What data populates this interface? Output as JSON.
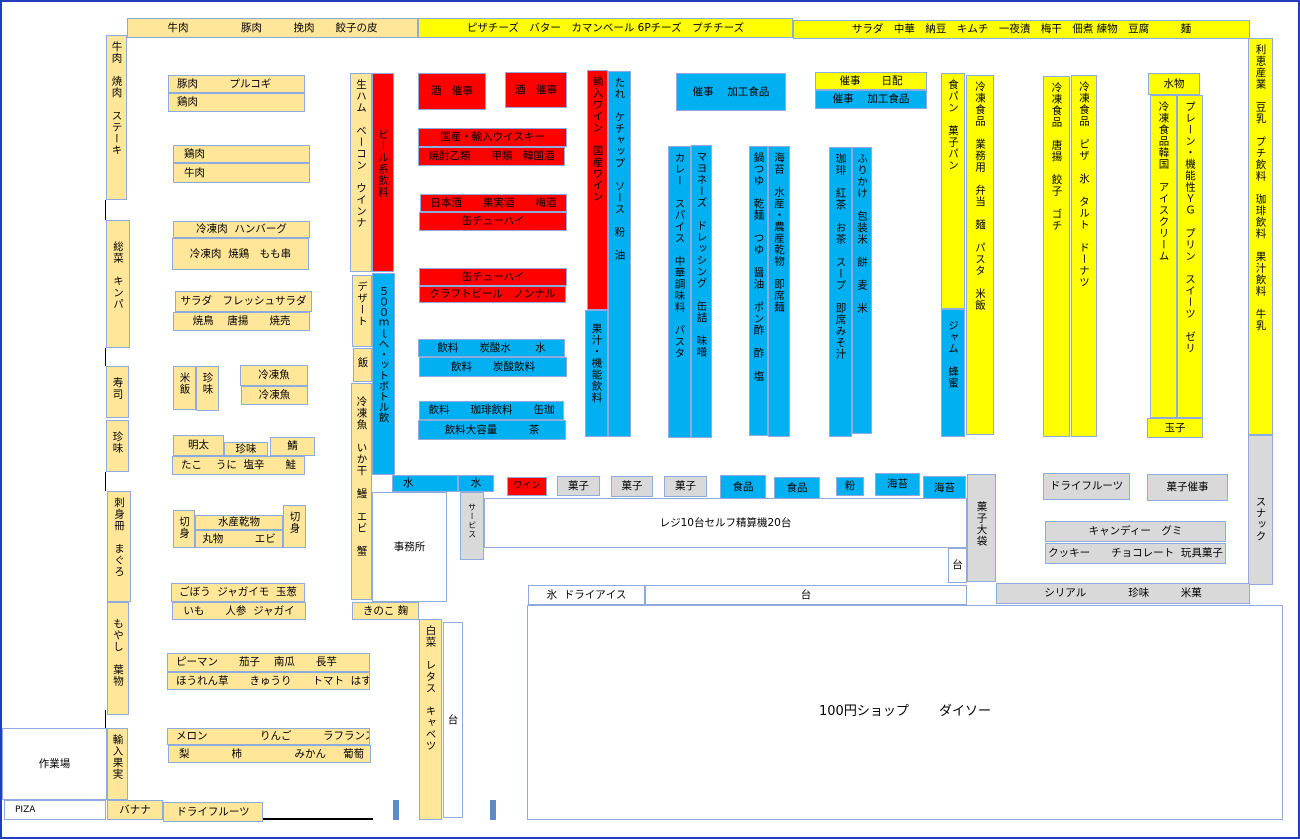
{
  "colors": {
    "meat_produce": "#FFE699",
    "dairy_frozen": "#FFFF00",
    "grocery_drinks": "#00B0F0",
    "alcohol": "#FF0000",
    "snacks": "#D9D9D9",
    "border": "#8FAADC"
  },
  "top": {
    "meat": "牛肉　　　　　豚肉　　　挽肉　　餃子の皮",
    "cheese": "ピザチーズ　バター　カマンベール 6Pチーズ　プチチーズ",
    "deli": "サラダ　中華　納豆　キムチ　一夜漬　梅干　佃煮 練物　豆腐　　　麺"
  },
  "right": {
    "drinks": "利恵産業　豆乳　プチ飲料　珈琲飲料　果汁飲料　牛乳",
    "snack": "スナック"
  },
  "left": {
    "beef": "牛肉　焼肉　ステーキ",
    "souzai": "総菜　キンパ",
    "sushi": "寿司",
    "chinmi": "珍味",
    "sashimi": "刺身冊　まぐろ",
    "moyashi": "もやし　葉物",
    "import_fruit": "輸入果実",
    "workroom": "作業場",
    "piza": "PIZA",
    "banana": "バナナ",
    "dried_fruit": "ドライフルーツ"
  },
  "meat_islands": {
    "pork_bulgogi": "豚肉　　　プルコギ",
    "chicken1": "鶏肉",
    "chicken2": "鶏肉",
    "beef2": "牛肉",
    "frozen_hamburg": "冷凍肉  ハンバーグ",
    "frozen_yakitori": "冷凍肉  焼鶏　もも串",
    "salad": "サラダ　フレッシュサラダ",
    "yakitori": "焼鳥　 唐揚　　焼売",
    "rice": "米飯",
    "chinmi2": "珍味",
    "frozen_fish1": "冷凍魚",
    "frozen_fish2": "冷凍魚",
    "mentai": "明太",
    "chinmi3": "珍味",
    "saba": "鯖",
    "tako": "たこ　 うに  塩辛　　鮭",
    "kirimi1": "切身",
    "dried_seafood": "水産乾物",
    "marumono": "丸物　　　エビ",
    "kirimi2": "切身",
    "gobo": "ごぼう  ジャガイモ  玉葱",
    "imo": "いも　　人参  ジャガイ",
    "piman": "ピーマン　　茄子　 南瓜　　長芋",
    "spinach": "ほうれん草　　きゅうり　　トマト  はす",
    "melon": "メロン　　　　　りんご　　　ラフランス",
    "pear": "梨　　　　柿　　　　　みかん　  葡萄"
  },
  "center_col": {
    "ham": "生ハム　ベーコン　ウインナ",
    "beer": "ビール系飲料",
    "dessert": "デザート",
    "pet": "５００ｍｌへ・ットボトル飲",
    "meshi": "飯",
    "frozen_fish": "冷凍魚　いか干　鰻　エビ　蟹",
    "water1": "水",
    "water2": "水",
    "service": "サービス",
    "office": "事務所",
    "kinoko": "きのこ 麹",
    "hakusai": "白菜　レタス　キャベツ",
    "dai1": "台"
  },
  "liquor": {
    "sake_event1": "酒　催事",
    "sake_event2": "酒　催事",
    "whisky": "国産・輸入ウイスキー",
    "shochu": "焼酎乙類　　甲類　韓国酒",
    "nihonshu": "日本酒　　果実酒　　梅酒",
    "chuhai1": "缶チューハイ",
    "chuhai2": "缶チューハイ",
    "craft": "クラフトビール　ノンナル"
  },
  "drinks": {
    "soda_water": "飲料　　炭酸水　　 水",
    "soda": "飲料　　炭酸飲料",
    "coffee": "飲料　　珈琲飲料　　缶珈",
    "large": "飲料大容量　　　茶"
  },
  "grocery": {
    "wine": "輸入ワイン　国産ワイン",
    "juice": "果汁・機能飲料",
    "sauce": "たれ　ケチャップ　ソース　粉　油",
    "event_processed1": "催事　 加工食品",
    "event_daily": "催事　　日配",
    "event_processed2": "催事　 加工食品",
    "curry": "カレー　スパイス　中華調味料　パスタ",
    "mayo": "マヨネーズ　ドレッシング　缶詰　味噌",
    "nabe": "鍋つゆ　乾麺　つゆ　醤油　ポン酢　酢　塩",
    "nori": "海苔　水産・農産乾物　即席麺",
    "coffee_tea": "珈琲　紅茶　お茶　スープ　即席みそ汁",
    "furikake": "ふりかけ　包装米　餅　麦　米",
    "bread": "食パン　菓子パン",
    "jam": "ジャム　蜂蜜",
    "frozen_biz": "冷凍食品　業務用　弁当　麺　パスタ　米飯",
    "frozen_karaage": "冷凍食品　唐揚　餃子　ゴチ",
    "frozen_pizza": "冷凍食品　ピザ　氷　タルト　ドーナツ",
    "mizumono": "水物",
    "frozen_korea": "冷凍食品韓国　アイスクリーム",
    "yogurt": "プレーン・機能性ＹＧ　プリン　スイーツ　ゼリ",
    "eggs": "玉子"
  },
  "front": {
    "wine": "ワイン",
    "kashi1": "菓子",
    "kashi2": "菓子",
    "kashi3": "菓子",
    "food1": "食品",
    "food2": "食品",
    "flour": "粉",
    "nori1": "海苔",
    "nori2": "海苔",
    "register": "レジ10台セルフ精算機20台",
    "kashi_big": "菓子大袋",
    "dai2": "台",
    "dried_fruit": "ドライフルーツ",
    "kashi_event": "菓子催事",
    "candy": "キャンディー　グミ",
    "cookie": "クッキー　　チョコレート  玩具菓子",
    "ice": "氷  ドライアイス",
    "dai3": "台",
    "cereal": "シリアル　　　　珍味　　　米菓",
    "daiso": "100円ショップ　　 ダイソー"
  }
}
